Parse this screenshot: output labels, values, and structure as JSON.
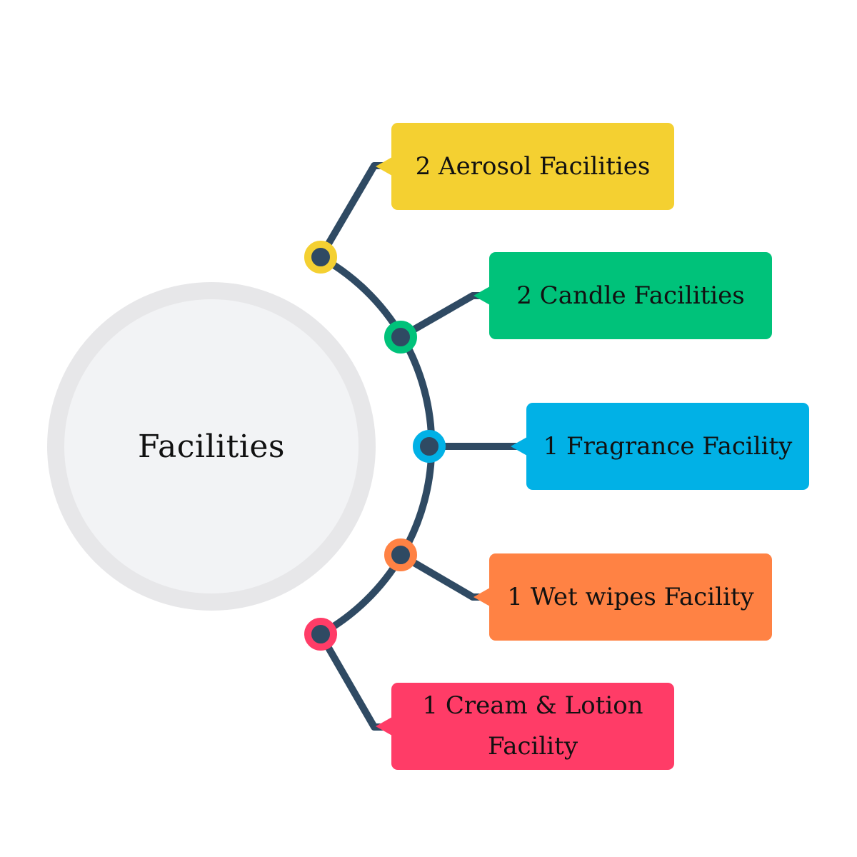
{
  "center": {
    "title": "Facilities"
  },
  "items": [
    {
      "label": "2 Aerosol Facilities",
      "color": "#f4d031"
    },
    {
      "label": "2 Candle Facilities",
      "color": "#00c27a"
    },
    {
      "label": "1 Fragrance Facility",
      "color": "#01b1e6"
    },
    {
      "label": "1 Wet wipes Facility",
      "color": "#ff8244"
    },
    {
      "label": "1 Cream & Lotion\nFacility",
      "color": "#ff3c67"
    }
  ],
  "colors": {
    "line": "#2f4a63",
    "center_fill": "#f2f3f5",
    "center_ring": "#e7e7e9"
  }
}
